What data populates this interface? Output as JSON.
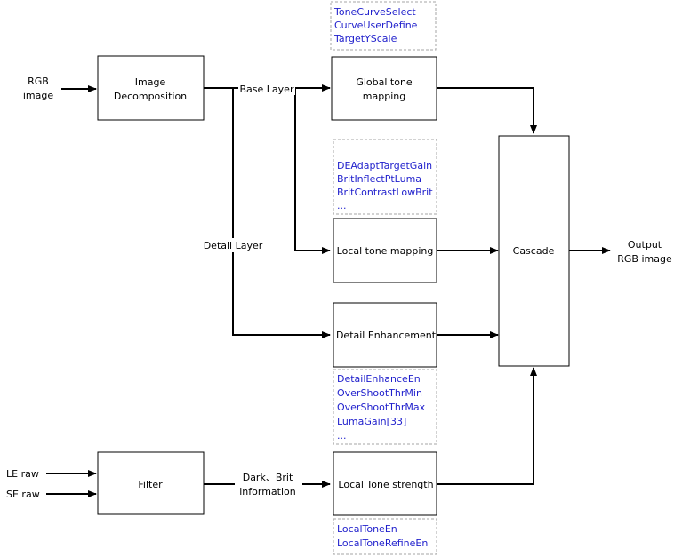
{
  "inputs": {
    "rgb_line1": "RGB",
    "rgb_line2": "image",
    "le_raw": "LE raw",
    "se_raw": "SE raw"
  },
  "boxes": {
    "image_decomposition_line1": "Image",
    "image_decomposition_line2": "Decomposition",
    "global_tone_line1": "Global tone",
    "global_tone_line2": "mapping",
    "local_tone_mapping": "Local tone mapping",
    "detail_enhancement": "Detail Enhancement",
    "local_tone_strength": "Local Tone strength",
    "cascade": "Cascade",
    "filter": "Filter"
  },
  "edge_labels": {
    "base_layer": "Base Layer",
    "detail_layer": "Detail Layer",
    "dark_brit_line1": "Dark、Brit",
    "dark_brit_line2": "information"
  },
  "output": {
    "line1": "Output",
    "line2": "RGB image"
  },
  "params": {
    "global_tone": [
      "ToneCurveSelect",
      "CurveUserDefine",
      "TargetYScale"
    ],
    "local_tone": [
      "DEAdaptTargetGain",
      "BritInflectPtLuma",
      "BritContrastLowBrit",
      "..."
    ],
    "detail_enhancement": [
      "DetailEnhanceEn",
      "OverShootThrMin",
      "OverShootThrMax",
      "LumaGain[33]",
      "..."
    ],
    "local_tone_strength": [
      "LocalToneEn",
      "LocalToneRefineEn"
    ]
  },
  "colors": {
    "param_text": "#1f1fcc",
    "dashed_border": "#a6a6a6"
  }
}
